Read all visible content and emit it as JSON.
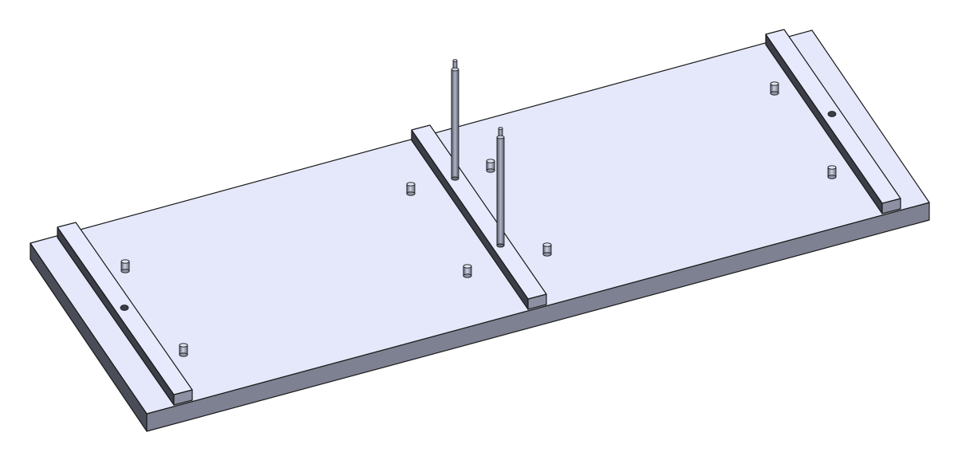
{
  "colors": {
    "background": "#ffffff",
    "face_top": "#e4e8fa",
    "face_front": "#7e8192",
    "face_side": "#4a4c58",
    "rail_top": "#e6eafc",
    "rail_side": "#8d90a2",
    "rail_dark": "#3c3e48",
    "pin_body": "#8f95a6",
    "pin_light": "#dde2f0",
    "edge": "#1a1a1a"
  },
  "model": {
    "base_plate_label": "",
    "rail_count": 3,
    "short_pin_count": 8,
    "long_pin_count": 2,
    "hole_count": 2
  }
}
